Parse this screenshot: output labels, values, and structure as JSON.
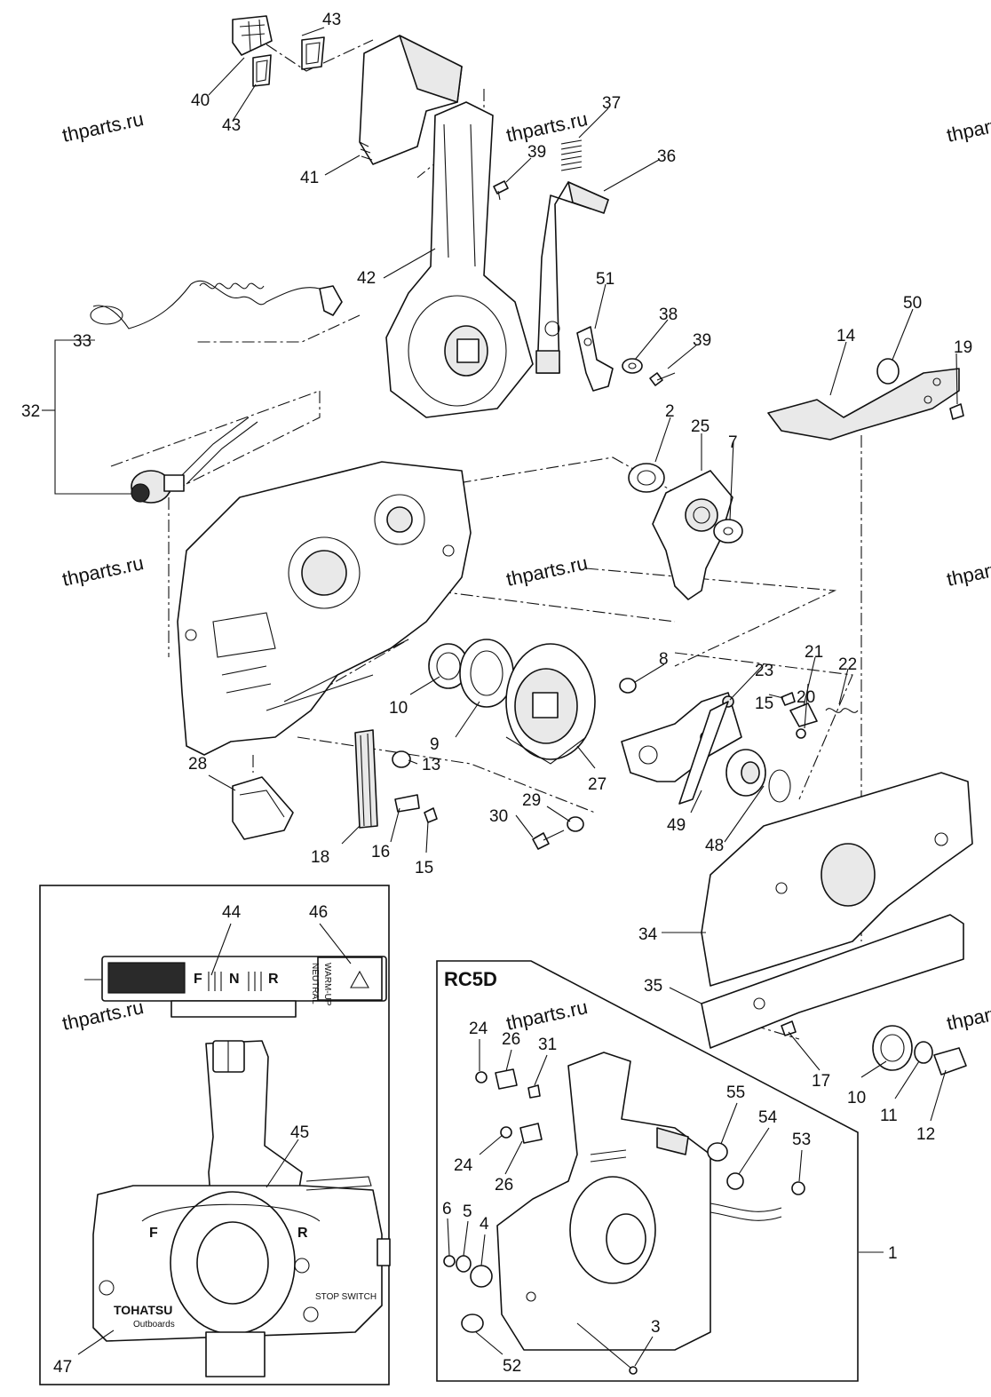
{
  "watermark": "thparts.ru",
  "inset_title": "RC5D",
  "callouts": [
    "1",
    "2",
    "3",
    "4",
    "5",
    "6",
    "7",
    "8",
    "9",
    "10",
    "11",
    "12",
    "13",
    "14",
    "15",
    "16",
    "17",
    "18",
    "19",
    "20",
    "21",
    "22",
    "23",
    "24",
    "25",
    "26",
    "27",
    "28",
    "29",
    "30",
    "31",
    "32",
    "33",
    "34",
    "35",
    "36",
    "37",
    "38",
    "39",
    "40",
    "41",
    "42",
    "43",
    "44",
    "45",
    "46",
    "47",
    "48",
    "49",
    "50",
    "51",
    "52",
    "53",
    "54",
    "55"
  ],
  "decal": {
    "forward": "F",
    "neutral": "N",
    "reverse": "R",
    "warning_line1": "NEUTRAL",
    "warning_line2": "WARM-UP"
  },
  "housing_label": {
    "forward": "F",
    "reverse": "R",
    "stop_switch": "STOP SWITCH",
    "brand": "TOHATSU",
    "brand_sub": "Outboards"
  }
}
